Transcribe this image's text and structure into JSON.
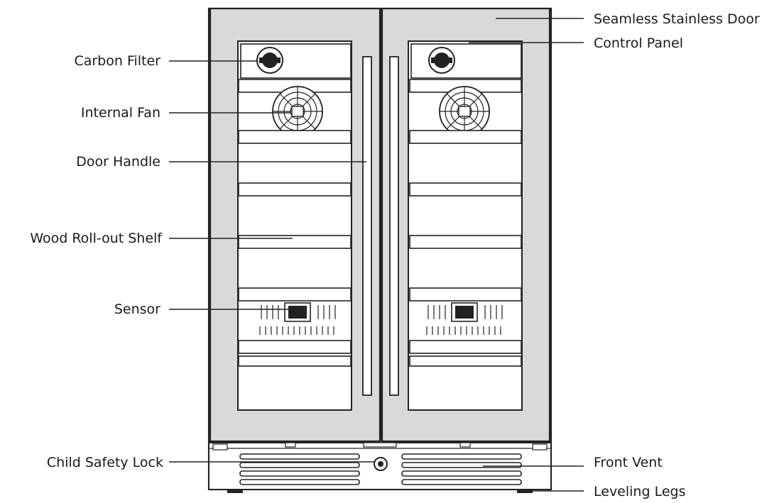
{
  "labels": {
    "seamless_stainless_door": "Seamless Stainless Door",
    "control_panel": "Control Panel",
    "carbon_filter": "Carbon Filter",
    "internal_fan": "Internal Fan",
    "door_handle": "Door Handle",
    "wood_rollout_shelf": "Wood Roll-out Shelf",
    "sensor": "Sensor",
    "child_safety_lock": "Child Safety Lock",
    "front_vent": "Front Vent",
    "leveling_legs": "Leveling Legs"
  }
}
